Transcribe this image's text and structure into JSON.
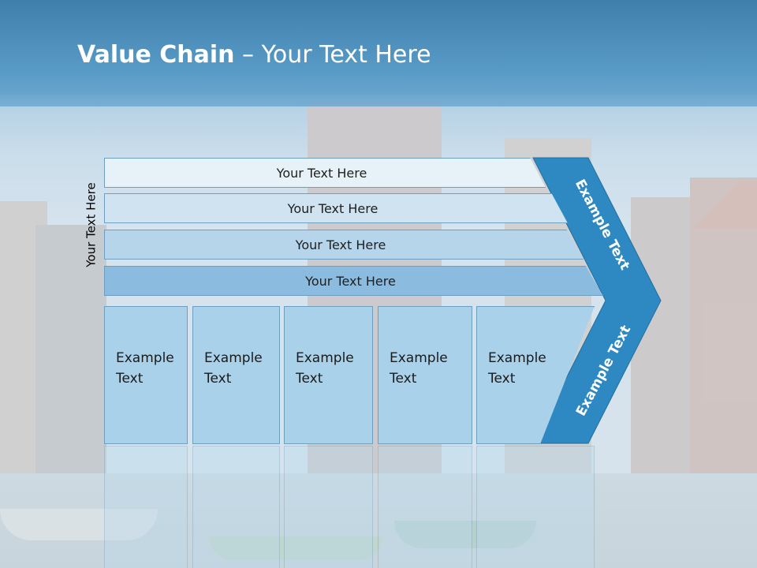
{
  "title": {
    "bold": "Value Chain",
    "rest": " – Your Text Here"
  },
  "vertical_label": "Your Text Here",
  "bars": [
    "Your Text Here",
    "Your Text Here",
    "Your Text Here",
    "Your Text Here"
  ],
  "boxes": [
    {
      "line1": "Example",
      "line2": "Text"
    },
    {
      "line1": "Example",
      "line2": "Text"
    },
    {
      "line1": "Example",
      "line2": "Text"
    },
    {
      "line1": "Example",
      "line2": "Text"
    },
    {
      "line1": "Example",
      "line2": "Text"
    }
  ],
  "chevron": {
    "top_label": "Example Text",
    "bottom_label": "Example Text"
  },
  "colors": {
    "chevron_fill": "#2e89c3",
    "bar_light": "#e6f1f8",
    "bar_dark": "#8cbbe0",
    "box_fill": "#a9d2ea"
  }
}
